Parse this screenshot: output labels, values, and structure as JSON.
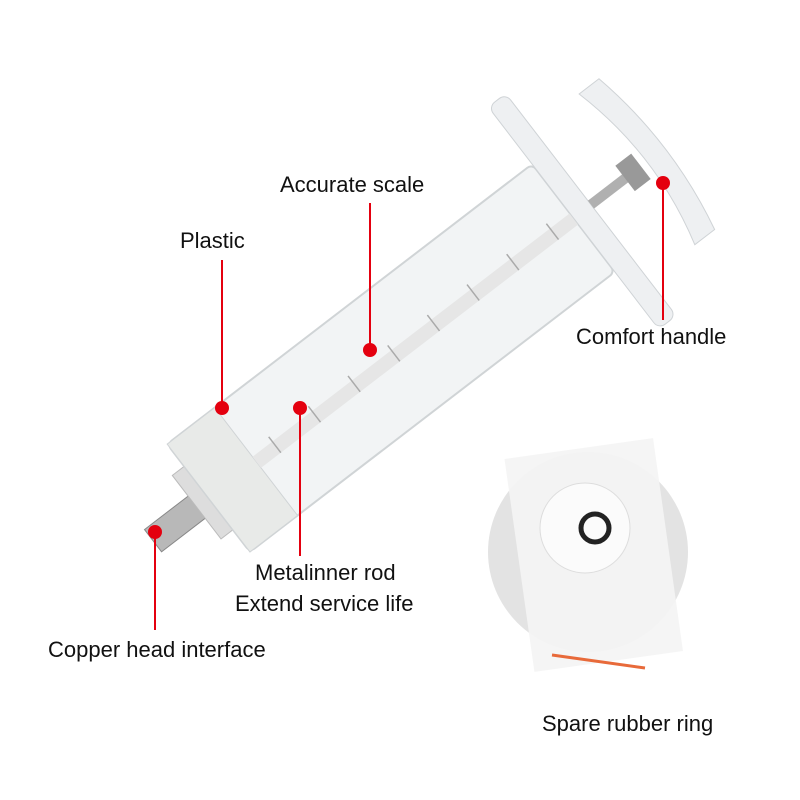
{
  "labels": {
    "accurate_scale": "Accurate scale",
    "plastic": "Plastic",
    "comfort_handle": "Comfort handle",
    "metal_rod_line1": "Metalinner rod",
    "metal_rod_line2": "Extend service life",
    "copper_head": "Copper head interface",
    "spare_ring": "Spare rubber ring"
  },
  "colors": {
    "accent": "#e4000f",
    "background": "#ffffff",
    "inset_circle": "#e3e3e3"
  }
}
